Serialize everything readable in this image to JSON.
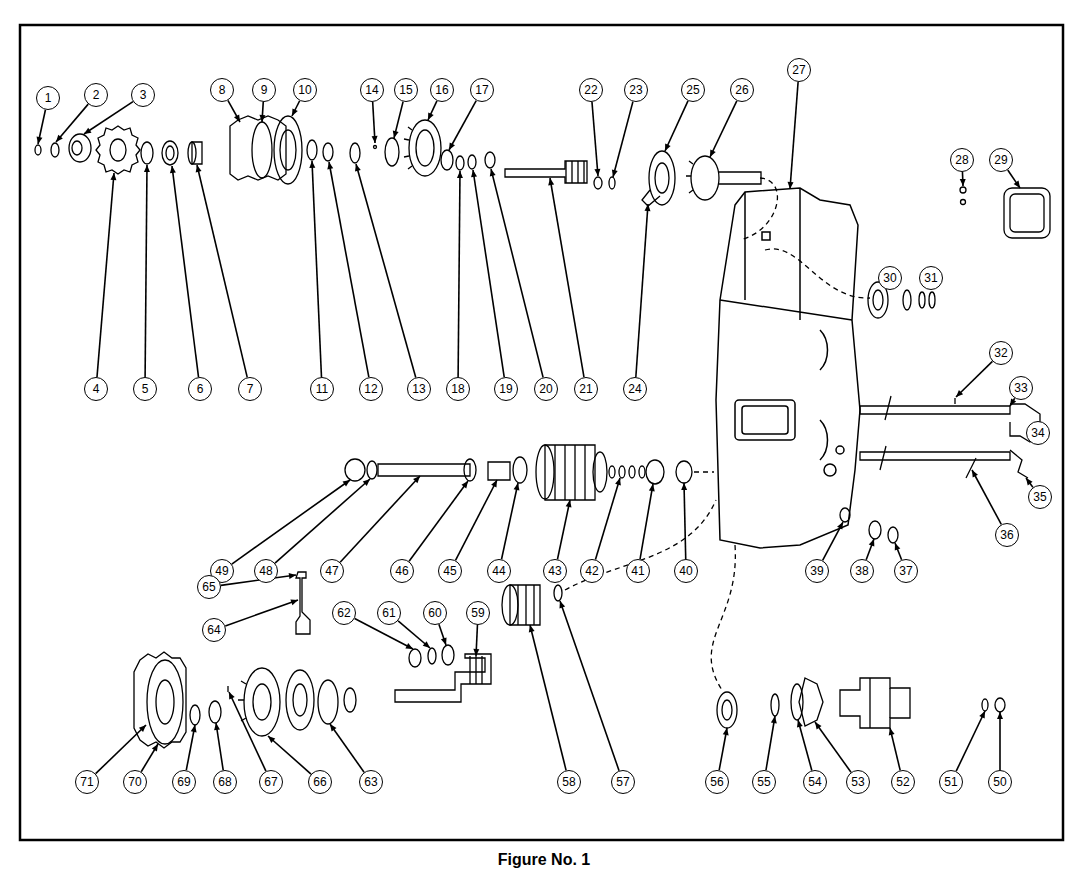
{
  "diagram": {
    "caption": "Figure No. 1",
    "nodes": [
      {
        "text": [
          "1"
        ]
      },
      {
        "text": [
          "2"
        ]
      },
      {
        "text": [
          "3"
        ]
      },
      {
        "text": [
          "4"
        ]
      },
      {
        "text": [
          "5"
        ]
      },
      {
        "text": [
          "6"
        ]
      },
      {
        "text": [
          "7"
        ]
      },
      {
        "text": [
          "8"
        ]
      },
      {
        "text": [
          "9"
        ]
      },
      {
        "text": [
          "10"
        ]
      },
      {
        "text": [
          "11"
        ]
      },
      {
        "text": [
          "12"
        ]
      },
      {
        "text": [
          "13"
        ]
      },
      {
        "text": [
          "14"
        ]
      },
      {
        "text": [
          "15"
        ]
      },
      {
        "text": [
          "16"
        ]
      },
      {
        "text": [
          "17"
        ]
      },
      {
        "text": [
          "18"
        ]
      },
      {
        "text": [
          "19"
        ]
      },
      {
        "text": [
          "20"
        ]
      },
      {
        "text": [
          "21"
        ]
      },
      {
        "text": [
          "22"
        ]
      },
      {
        "text": [
          "23"
        ]
      },
      {
        "text": [
          "24"
        ]
      },
      {
        "text": [
          "25"
        ]
      },
      {
        "text": [
          "26"
        ]
      },
      {
        "text": [
          "27"
        ]
      },
      {
        "text": [
          "28"
        ]
      },
      {
        "text": [
          "29"
        ]
      },
      {
        "text": [
          "30"
        ]
      },
      {
        "text": [
          "31"
        ]
      },
      {
        "text": [
          "32"
        ]
      },
      {
        "text": [
          "33"
        ]
      },
      {
        "text": [
          "34"
        ]
      },
      {
        "text": [
          "35"
        ]
      },
      {
        "text": [
          "36"
        ]
      },
      {
        "text": [
          "37"
        ]
      },
      {
        "text": [
          "38"
        ]
      },
      {
        "text": [
          "39"
        ]
      },
      {
        "text": [
          "40"
        ]
      },
      {
        "text": [
          "41"
        ]
      },
      {
        "text": [
          "42"
        ]
      },
      {
        "text": [
          "43"
        ]
      },
      {
        "text": [
          "44"
        ]
      },
      {
        "text": [
          "45"
        ]
      },
      {
        "text": [
          "46"
        ]
      },
      {
        "text": [
          "47"
        ]
      },
      {
        "text": [
          "48"
        ]
      },
      {
        "text": [
          "49"
        ]
      },
      {
        "text": [
          "50"
        ]
      },
      {
        "text": [
          "51"
        ]
      },
      {
        "text": [
          "52"
        ]
      },
      {
        "text": [
          "53"
        ]
      },
      {
        "text": [
          "54"
        ]
      },
      {
        "text": [
          "55"
        ]
      },
      {
        "text": [
          "56"
        ]
      },
      {
        "text": [
          "57"
        ]
      },
      {
        "text": [
          "58"
        ]
      },
      {
        "text": [
          "59"
        ]
      },
      {
        "text": [
          "60"
        ]
      },
      {
        "text": [
          "61"
        ]
      },
      {
        "text": [
          "62"
        ]
      },
      {
        "text": [
          "63"
        ]
      },
      {
        "text": [
          "64"
        ]
      },
      {
        "text": [
          "65"
        ]
      },
      {
        "text": [
          "66"
        ]
      },
      {
        "text": [
          "67"
        ]
      },
      {
        "text": [
          "68"
        ]
      },
      {
        "text": [
          "69"
        ]
      },
      {
        "text": [
          "70"
        ]
      },
      {
        "text": [
          "71"
        ]
      }
    ]
  }
}
